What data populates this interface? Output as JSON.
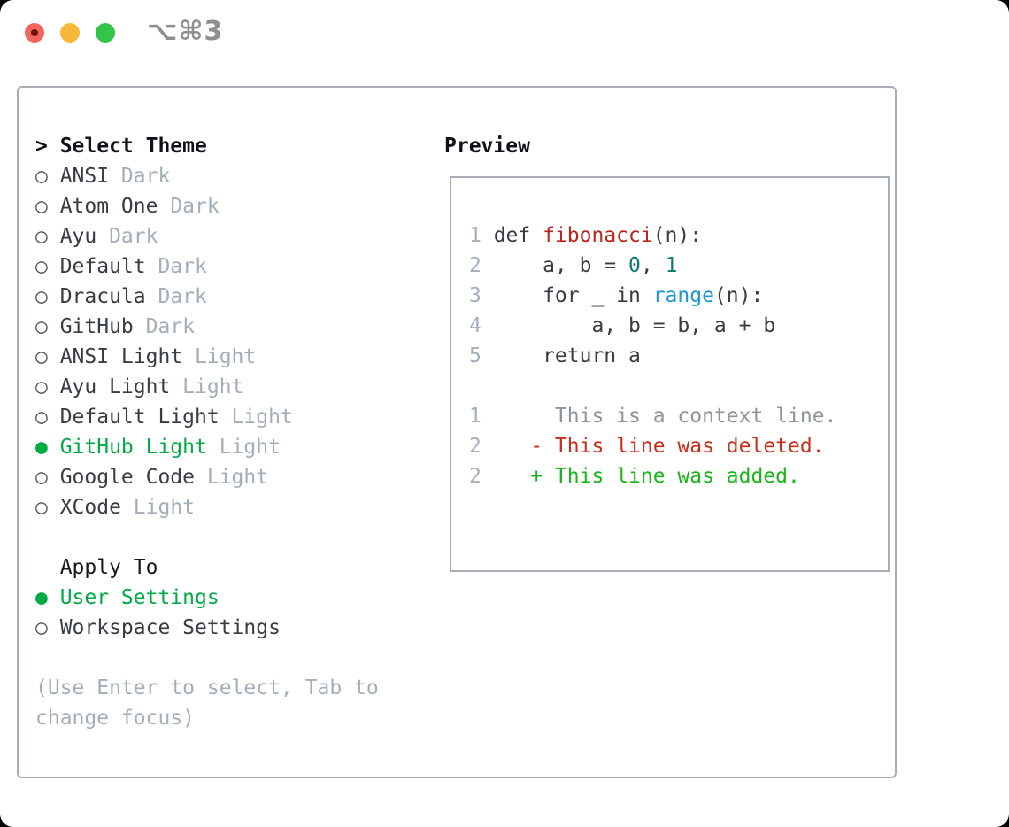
{
  "titlebar": {
    "shortcut": "⌥⌘3"
  },
  "colors": {
    "selected_green": "#00ab45",
    "added_green": "#1ab519",
    "deleted_red": "#c92e19",
    "function_red": "#b6271c",
    "number_teal": "#0d7b74",
    "builtin_blue": "#1f97d3",
    "muted_gray": "#a4aeb9",
    "panel_border": "#a7aeb8",
    "traffic_red": "#f2655c",
    "traffic_yellow": "#f7b73a",
    "traffic_green": "#32c547"
  },
  "theme_panel": {
    "prompt": ">",
    "title": "Select Theme",
    "themes": [
      {
        "marker": "○",
        "name": "ANSI",
        "variant": "Dark",
        "selected": false
      },
      {
        "marker": "○",
        "name": "Atom One",
        "variant": "Dark",
        "selected": false
      },
      {
        "marker": "○",
        "name": "Ayu",
        "variant": "Dark",
        "selected": false
      },
      {
        "marker": "○",
        "name": "Default",
        "variant": "Dark",
        "selected": false
      },
      {
        "marker": "○",
        "name": "Dracula",
        "variant": "Dark",
        "selected": false
      },
      {
        "marker": "○",
        "name": "GitHub",
        "variant": "Dark",
        "selected": false
      },
      {
        "marker": "○",
        "name": "ANSI Light",
        "variant": "Light",
        "selected": false
      },
      {
        "marker": "○",
        "name": "Ayu Light",
        "variant": "Light",
        "selected": false
      },
      {
        "marker": "○",
        "name": "Default Light",
        "variant": "Light",
        "selected": false
      },
      {
        "marker": "●",
        "name": "GitHub Light",
        "variant": "Light",
        "selected": true
      },
      {
        "marker": "○",
        "name": "Google Code",
        "variant": "Light",
        "selected": false
      },
      {
        "marker": "○",
        "name": "XCode",
        "variant": "Light",
        "selected": false
      }
    ],
    "apply_to": {
      "title": "Apply To",
      "options": [
        {
          "marker": "●",
          "name": "User Settings",
          "selected": true
        },
        {
          "marker": "○",
          "name": "Workspace Settings",
          "selected": false
        }
      ]
    },
    "hint_lines": [
      "(Use Enter to select, Tab to",
      "change focus)"
    ]
  },
  "preview": {
    "title": "Preview",
    "code_lines": {
      "l1": {
        "ln": "1",
        "pre": "def ",
        "func": "fibonacci",
        "post": "(n):"
      },
      "l2": {
        "ln": "2",
        "pre": "    a, b = ",
        "n1": "0",
        "mid": ", ",
        "n2": "1"
      },
      "l3": {
        "ln": "3",
        "pre": "    for _ in ",
        "builtin": "range",
        "post": "(n):"
      },
      "l4": {
        "ln": "4",
        "text": "        a, b = b, a + b"
      },
      "l5": {
        "ln": "5",
        "text": "    return a"
      },
      "ctx": {
        "ln": "1",
        "text": "     This is a context line."
      },
      "del": {
        "ln": "2",
        "text": "   - This line was deleted."
      },
      "add": {
        "ln": "2",
        "text": "   + This line was added."
      }
    }
  }
}
